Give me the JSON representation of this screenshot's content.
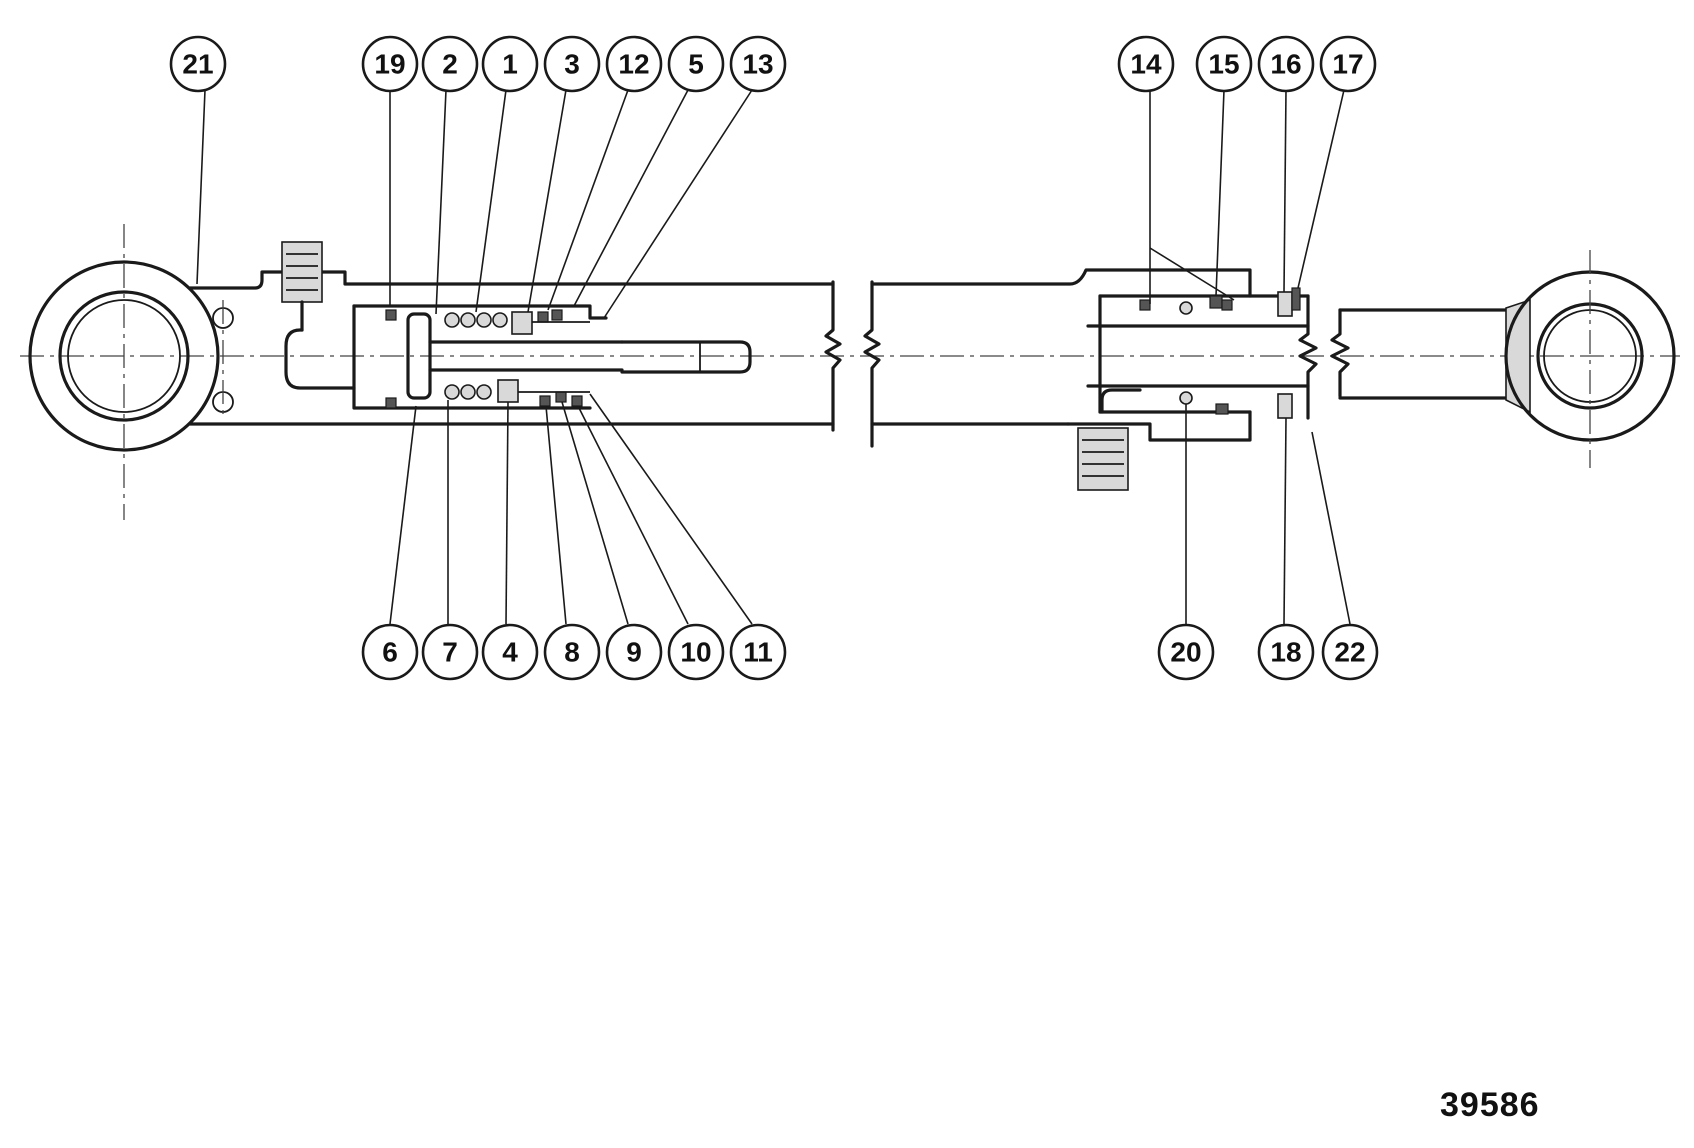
{
  "figure_number": "39586",
  "callouts": {
    "c21": "21",
    "c19": "19",
    "c2": "2",
    "c1": "1",
    "c3": "3",
    "c12": "12",
    "c5": "5",
    "c13": "13",
    "c14": "14",
    "c15": "15",
    "c16": "16",
    "c17": "17",
    "c6": "6",
    "c7": "7",
    "c4": "4",
    "c8": "8",
    "c9": "9",
    "c10": "10",
    "c11": "11",
    "c20": "20",
    "c18": "18",
    "c22": "22"
  }
}
